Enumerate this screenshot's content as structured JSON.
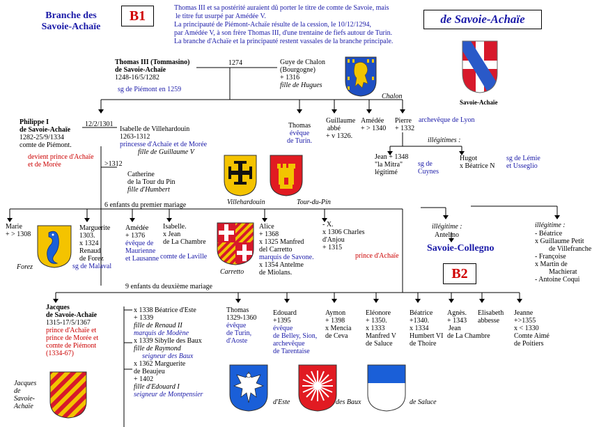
{
  "header": {
    "branch_title_l1": "Branche des",
    "branch_title_l2": "Savoie-Achaïe",
    "branch_code": "B1",
    "intro": [
      "Thomas III et sa postérité auraient dû porter le titre de comte de Savoie, mais",
      "le titre fut usurpé par Amédée V.",
      "La principauté de Piémont-Achaïe résulte de la cession, le 10/12/1294,",
      "par Amédée V, à son frère Thomas III, d'une trentaine de fiefs autour de Turin.",
      "La branche d'Achaïe et la principauté restent vassales de la branche principale."
    ],
    "house_title": "de Savoie-Achaïe"
  },
  "arms": {
    "savoie_achaie": "Savoie-Achaïe",
    "chalon": "Chalon",
    "villehardouin": "Villehardouin",
    "tour_du_pin": "Tour-du-Pin",
    "forez": "Forez",
    "carretto": "Carretto",
    "jacques": [
      "Jacques",
      "de",
      "Savoie-",
      "Achaïe"
    ],
    "este": "d'Este",
    "baux": "des Baux",
    "saluce": "de Saluce"
  },
  "gen1": {
    "thomas": [
      "Thomas III (Tommasino)",
      "de Savoie-Achaïe",
      "1248-16/5/1282"
    ],
    "thomas_note": "sg de Piémont en 1259",
    "marriage_year": "1274",
    "guye": [
      "Guye de Chalon",
      "(Bourgogne)",
      "+ 1316"
    ],
    "guye_parent": "fille de Hugues"
  },
  "gen2": {
    "philippe": [
      "Philippe I",
      "de Savoie-Achaïe",
      "1282-25/9/1334",
      "comte de Piémont."
    ],
    "philippe_note": [
      "devient prince d'Achaïe",
      "et de Morée"
    ],
    "m1_date": "12/2/1301",
    "isabelle": [
      "Isabelle de Villehardouin",
      "1263-1312"
    ],
    "isabelle_title": [
      "princesse d'Achaïe et de Morée"
    ],
    "isabelle_parent": "fille de Guillaume V",
    "m2_date": ">1312",
    "catherine": [
      "Catherine",
      "de la Tour du Pin"
    ],
    "catherine_parent": "fille d'Humbert",
    "thomas": "Thomas",
    "thomas_note": [
      "évêque",
      "de Turin."
    ],
    "guillaume": [
      "Guillaume",
      "abbé",
      "+ v 1326."
    ],
    "amedee": [
      "Amédée",
      "+ > 1340"
    ],
    "pierre": [
      "Pierre",
      "+ 1332"
    ],
    "pierre_note": "archevêque de Lyon",
    "illegit": "illégitimes :",
    "jean": [
      "Jean + 1348",
      "\"la Mitra\"",
      "légitimé"
    ],
    "jean_note": [
      "sg de",
      "Cuynes"
    ],
    "hugot": [
      "Hugot",
      "x Béatrice N"
    ],
    "hugot_note": [
      "sg de Lémie",
      "et Usseglio"
    ]
  },
  "gen3a": {
    "label": "6 enfants du premier mariage",
    "marie": [
      "Marie",
      "+ > 1308"
    ],
    "marguerite": [
      "Marguerite",
      "1303.",
      "x 1324",
      "Renaud",
      "de Forez"
    ],
    "marguerite_note": "sg de Malaval",
    "amedee": [
      "Amédée",
      "+ 1376"
    ],
    "amedee_note": [
      "évêque de",
      "Maurienne",
      "et Lausanne"
    ],
    "isabelle": [
      "Isabelle.",
      "x Jean",
      "de La Chambre"
    ],
    "isabelle_note": "comte de Laville",
    "alice": [
      "Alice",
      "+ 1368",
      "x 1325 Manfred",
      "del Carretto"
    ],
    "alice_note": "marquis de Savone.",
    "alice_2": [
      "x 1354 Antelme",
      "de Miolans."
    ],
    "x": [
      "- X.",
      "x 1306 Charles",
      "d'Anjou",
      "+ 1315"
    ],
    "x_note": "prince d'Achaïe"
  },
  "b2": {
    "illegit": "illégitime :",
    "antelmo": "Antelmo",
    "savoie_collegno": "Savoie-Collegno",
    "code": "B2",
    "illegit2": "illégitime :",
    "list": [
      "- Béatrice",
      "x Guillaume Petit",
      "de Villefranche",
      "- Françoise",
      "x Martin de",
      "Machierat",
      "- Antoine Coqui"
    ]
  },
  "gen3b": {
    "label": "9 enfants du deuxième mariage",
    "jacques": [
      "Jacques",
      "de Savoie-Achaïe",
      "1315-17/5/1367"
    ],
    "jacques_note": [
      "prince d'Achaïe et",
      "prince de Morée et",
      "comte de Piémont",
      "(1334-67)"
    ],
    "jacques_m1": [
      "x 1338 Béatrice d'Este",
      "+ 1339"
    ],
    "jacques_m1_parent": "fille de Renaud II",
    "jacques_m1_note": "marquis de Modène",
    "jacques_m2": [
      "x 1339 Sibylle des Baux"
    ],
    "jacques_m2_parent": "fille de Raymond",
    "jacques_m2_note": "seigneur des Baux",
    "jacques_m3": [
      "x 1362 Marguerite",
      "de Beaujeu",
      "+ 1402"
    ],
    "jacques_m3_parent": "fille d'Edouard I",
    "jacques_m3_note": "seigneur de Montpensier",
    "thomas": [
      "Thomas",
      "1329-1360"
    ],
    "thomas_note": [
      "évêque",
      "de Turin,",
      "d'Aoste"
    ],
    "edouard": [
      "Edouard",
      "+1395"
    ],
    "edouard_note": [
      "évêque",
      "de Belley, Sion,",
      "archevêque",
      "de Tarentaise"
    ],
    "aymon": [
      "Aymon",
      "+ 1398",
      "x Mencia",
      "de Ceva"
    ],
    "eleonore": [
      "Eléonore",
      "+ 1350.",
      "x 1333",
      "Manfred V",
      "de Saluce"
    ],
    "beatrice": [
      "Béatrice",
      "+1340.",
      "x 1334",
      "Humbert VI",
      "de Thoire"
    ],
    "agnes": [
      "Agnès.",
      "+ 1343",
      "Jean",
      "de La Chambre"
    ],
    "elisabeth": [
      "Elisabeth",
      "abbesse"
    ],
    "jeanne": [
      "Jeanne",
      "+>1355",
      "x < 1330",
      "Comte Aimé",
      "de Poitiers"
    ]
  },
  "colors": {
    "blue_text": "#1a1aa8",
    "red_text": "#cc0000",
    "savoie_red": "#d7192b",
    "azure": "#1a5fd8",
    "gold": "#f2c400"
  }
}
